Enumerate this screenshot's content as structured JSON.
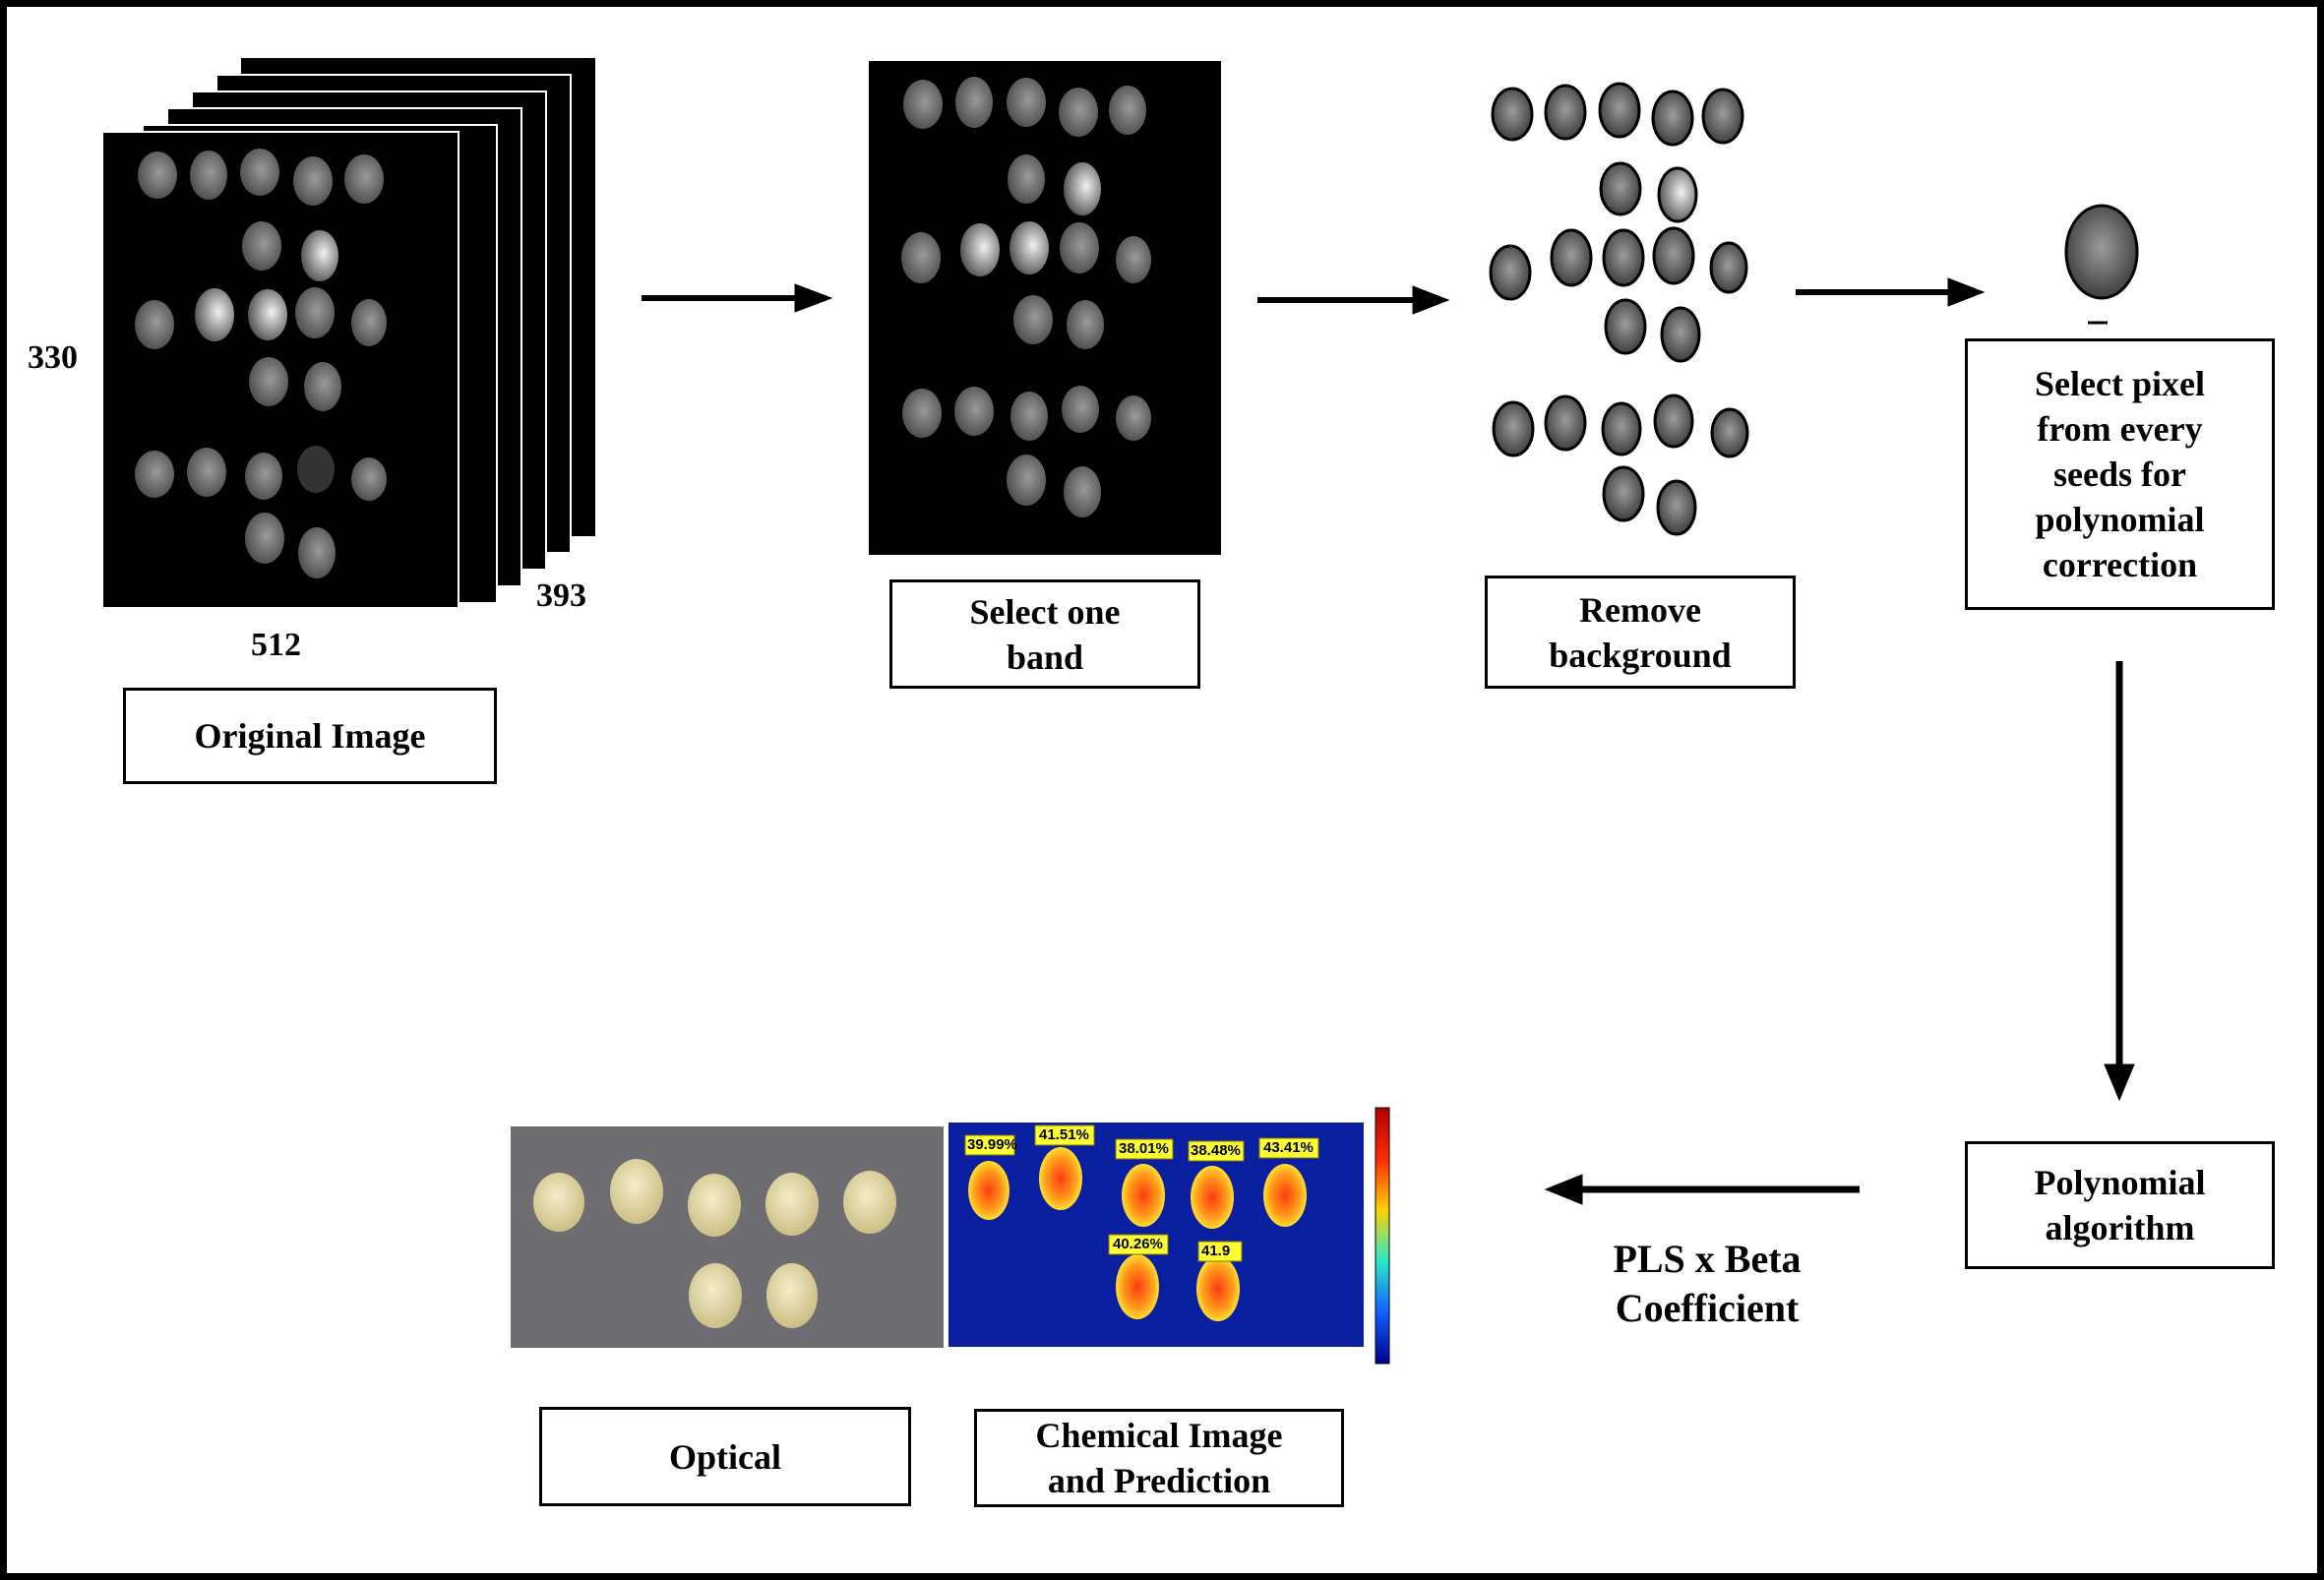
{
  "dimensions": {
    "height": "330",
    "width": "512",
    "bands": "393"
  },
  "steps": {
    "original": "Original Image",
    "select_band": [
      "Select one",
      "band"
    ],
    "remove_bg": [
      "Remove",
      "background"
    ],
    "select_pixel": [
      "Select pixel",
      "from every",
      "seeds for",
      "polynomial",
      "correction"
    ],
    "polynomial": [
      "Polynomial",
      "algorithm"
    ],
    "optical": "Optical",
    "chemical": [
      "Chemical Image",
      "and Prediction"
    ]
  },
  "pls_label": [
    "PLS x Beta",
    "Coefficient"
  ],
  "predictions": {
    "row1": [
      "39.99%",
      "41.51%",
      "38.01%",
      "38.48%",
      "43.41%"
    ],
    "row2": [
      "40.26%",
      "41.9"
    ]
  },
  "colors": {
    "heatmap_bg": "#0a1fa0",
    "label_bg": "#ffff33",
    "optical_bg": "#6e6e72",
    "seed": "#e6ddb0"
  }
}
